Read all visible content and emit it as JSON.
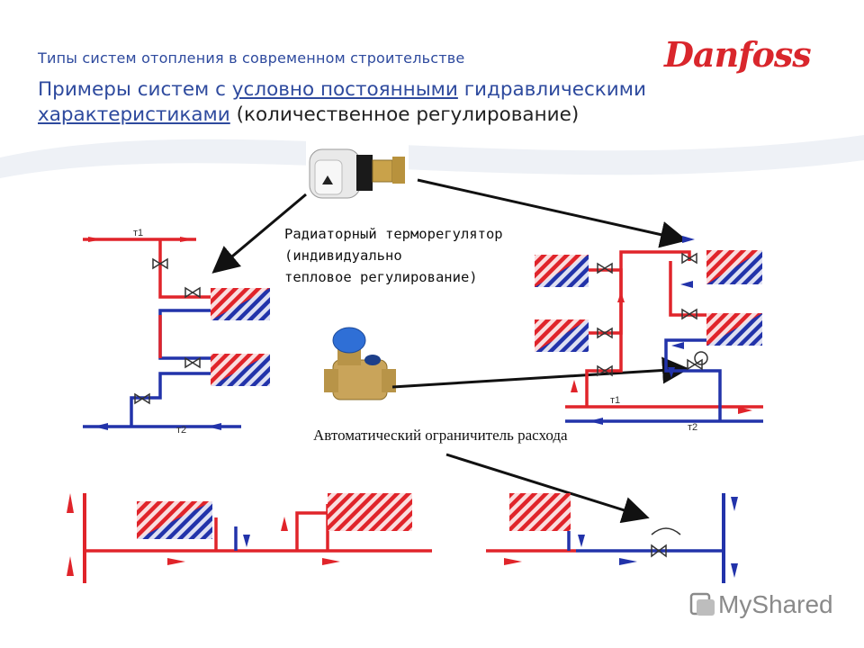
{
  "header": {
    "subtitle": "Типы систем отопления в современном строительстве",
    "title_part1": "Примеры систем с ",
    "title_underlined1": "условно постоянными",
    "title_part2": " гидравлическими",
    "title_underlined2": "характеристиками",
    "title_part3": " (количественное регулирование)",
    "logo": "Danfoss"
  },
  "labels": {
    "thermostat": "Радиаторный терморегулятор\n(индивидуально\nтепловое регулирование)",
    "flow_limiter": "Автоматический ограничитель расхода",
    "pipe_t1": "т1",
    "pipe_t2": "т2"
  },
  "watermark": {
    "text": "MyShared"
  },
  "colors": {
    "supply": "#e0242a",
    "return": "#2233aa",
    "title": "#2e4a9e",
    "brand": "#d9262c"
  }
}
